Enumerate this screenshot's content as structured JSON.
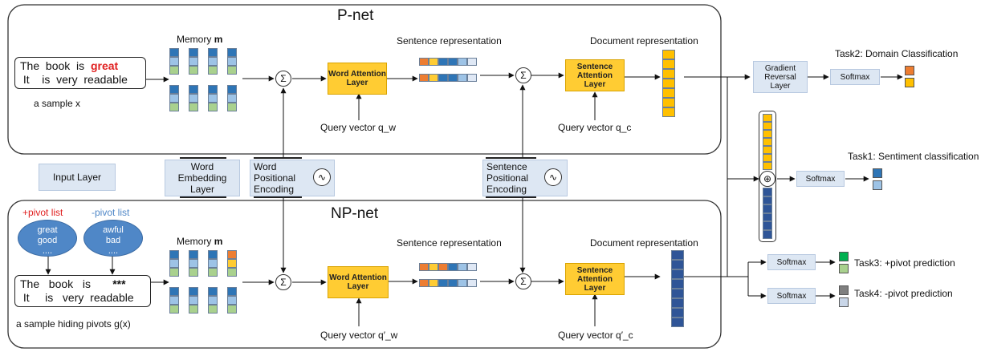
{
  "pnet": {
    "title": "P-net",
    "sample_line1_words": [
      "The",
      "book",
      "is"
    ],
    "sample_highlight": "great",
    "sample_line2_words": [
      "It",
      "is",
      "very",
      "readable"
    ],
    "sample_caption": "a sample x",
    "memory_label": "Memory",
    "memory_symbol": "m",
    "word_attention": "Word Attention Layer",
    "sentence_repr": "Sentence representation",
    "query_w": "Query vector q_w",
    "sentence_attention": "Sentence Attention Layer",
    "document_repr": "Document representation",
    "query_c": "Query vector q_c"
  },
  "npnet": {
    "title": "NP-net",
    "pos_pivot": "+pivot list",
    "neg_pivot": "-pivot list",
    "pos_words": [
      "great",
      "good",
      "...."
    ],
    "neg_words": [
      "awful",
      "bad",
      "...."
    ],
    "sample_line1_words": [
      "The",
      "book",
      "is"
    ],
    "sample_hidden": "***",
    "sample_line2_words": [
      "It",
      "is",
      "very",
      "readable"
    ],
    "sample_caption": "a sample hiding pivots g(x)",
    "memory_label": "Memory",
    "memory_symbol": "m",
    "word_attention": "Word Attention Layer",
    "sentence_repr": "Sentence representation",
    "query_w": "Query vector q′_w",
    "sentence_attention": "Sentence Attention Layer",
    "document_repr": "Document representation",
    "query_c": "Query vector q′_c"
  },
  "shared": {
    "input_layer": "Input Layer",
    "word_embedding": "Word Embedding Layer",
    "word_positional": "Word Positional Encoding",
    "sentence_positional": "Sentence Positional Encoding"
  },
  "heads": {
    "gradient_reversal": "Gradient Reversal Layer",
    "softmax": "Softmax",
    "task2": "Task2: Domain Classification",
    "task1": "Task1: Sentiment classification",
    "task3": "Task3: +pivot prediction",
    "task4": "Task4: -pivot prediction"
  },
  "colors": {
    "attention_yellow": "#ffcc33",
    "doc_orange": "#ffc000",
    "doc_blue": "#2f5597",
    "mem_blue": "#2e75b6",
    "mem_light": "#9dc3e6",
    "mem_green": "#a9d18e",
    "highlight_red": "#e02020",
    "pivot_blue": "#4f87c7",
    "layer_fill": "#dde7f3"
  }
}
